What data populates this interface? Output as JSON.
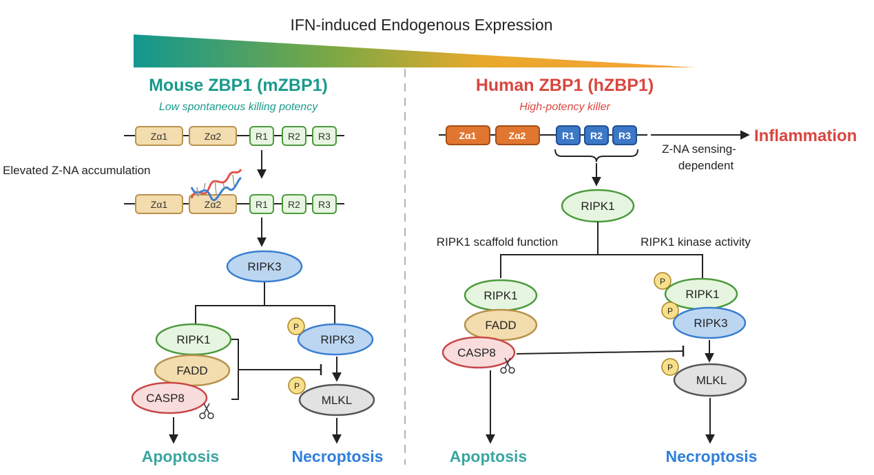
{
  "header": {
    "title": "IFN-induced Endogenous Expression"
  },
  "mouse": {
    "title": "Mouse ZBP1 (mZBP1)",
    "subtitle": "Low spontaneous killing potency",
    "domains": [
      "Zα1",
      "Zα2",
      "R1",
      "R2",
      "R3"
    ],
    "zna_label": "Elevated Z-NA accumulation",
    "ripk3": "RIPK3",
    "apoptosis_complex": [
      "RIPK1",
      "FADD",
      "CASP8"
    ],
    "necro_ripk3": "RIPK3",
    "mlkl": "MLKL",
    "phospho": "P",
    "outcome_apoptosis": "Apoptosis",
    "outcome_necroptosis": "Necroptosis"
  },
  "human": {
    "title": "Human ZBP1 (hZBP1)",
    "subtitle": "High-potency killer",
    "domains": [
      "Zα1",
      "Zα2",
      "R1",
      "R2",
      "R3"
    ],
    "inflammation": "Inflammation",
    "zna_sensing_1": "Z-NA sensing-",
    "zna_sensing_2": "dependent",
    "ripk1": "RIPK1",
    "scaffold_label": "RIPK1 scaffold function",
    "kinase_label": "RIPK1 kinase activity",
    "apoptosis_complex": [
      "RIPK1",
      "FADD",
      "CASP8"
    ],
    "necro_ripk1": "RIPK1",
    "necro_ripk3": "RIPK3",
    "mlkl": "MLKL",
    "phospho": "P",
    "outcome_apoptosis": "Apoptosis",
    "outcome_necroptosis": "Necroptosis"
  },
  "colors": {
    "teal": "#1a9a8c",
    "red": "#d9463f",
    "blue": "#2f7fdc",
    "apoptosis": "#3aa6a0",
    "orange_domain": "#e0762f",
    "blue_domain": "#3d78c7",
    "beige_domain": "#f3dcae",
    "green_domain": "#e7f5e1"
  }
}
